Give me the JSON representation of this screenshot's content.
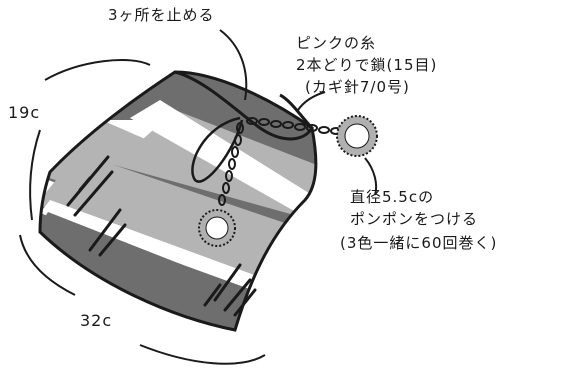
{
  "labels": {
    "stop_points": "3ヶ所を止める",
    "yarn_line1": "ピンクの糸",
    "yarn_line2": "2本どりで鎖(15目)",
    "yarn_line3": "(カギ針7/0号)",
    "pompom_line1": "直径5.5cの",
    "pompom_line2": "ポンポンをつける",
    "pompom_line3": "(3色一緒に60回巻く)",
    "height": "19c",
    "width": "32c"
  },
  "colors": {
    "outline": "#1a1a1a",
    "stripe_dark": "#6e6e6e",
    "stripe_light": "#b4b4b4",
    "stripe_white": "#ffffff",
    "pompom": "#b0b0b0"
  }
}
